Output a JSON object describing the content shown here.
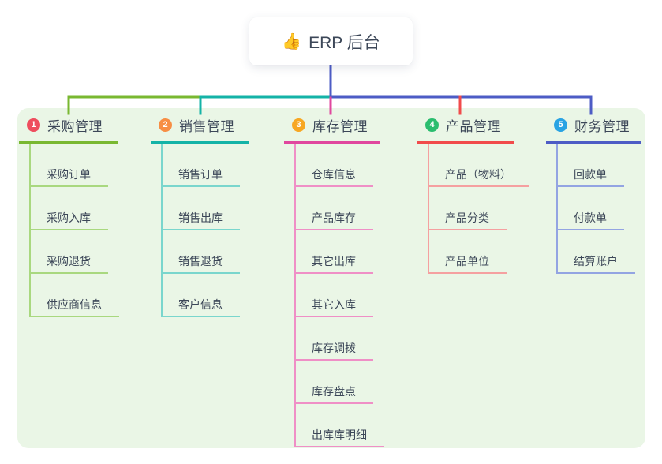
{
  "root": {
    "icon": "👍",
    "title": "ERP 后台"
  },
  "colors": {
    "panel_bg": "#eaf6e6",
    "trunk": "#4d5cc5",
    "text": "#3c4758",
    "card_bg": "#ffffff"
  },
  "branches": [
    {
      "number": "1",
      "title": "采购管理",
      "line_color": "#79b831",
      "light_color": "#a9d87f",
      "badge_color": "#ee4d5e",
      "children": [
        "采购订单",
        "采购入库",
        "采购退货",
        "供应商信息"
      ]
    },
    {
      "number": "2",
      "title": "销售管理",
      "line_color": "#14b3a7",
      "light_color": "#7ad6cd",
      "badge_color": "#f78e44",
      "children": [
        "销售订单",
        "销售出库",
        "销售退货",
        "客户信息"
      ]
    },
    {
      "number": "3",
      "title": "库存管理",
      "line_color": "#e0479e",
      "light_color": "#ef8fc6",
      "badge_color": "#f7a723",
      "children": [
        "仓库信息",
        "产品库存",
        "其它出库",
        "其它入库",
        "库存调拨",
        "库存盘点",
        "出库库明细"
      ]
    },
    {
      "number": "4",
      "title": "产品管理",
      "line_color": "#f14b4b",
      "light_color": "#f5a0a0",
      "badge_color": "#2abd6e",
      "children": [
        "产品（物料）",
        "产品分类",
        "产品单位"
      ]
    },
    {
      "number": "5",
      "title": "财务管理",
      "line_color": "#4d5cc5",
      "light_color": "#93a4e2",
      "badge_color": "#29a3e3",
      "children": [
        "回款单",
        "付款单",
        "结算账户"
      ]
    }
  ]
}
